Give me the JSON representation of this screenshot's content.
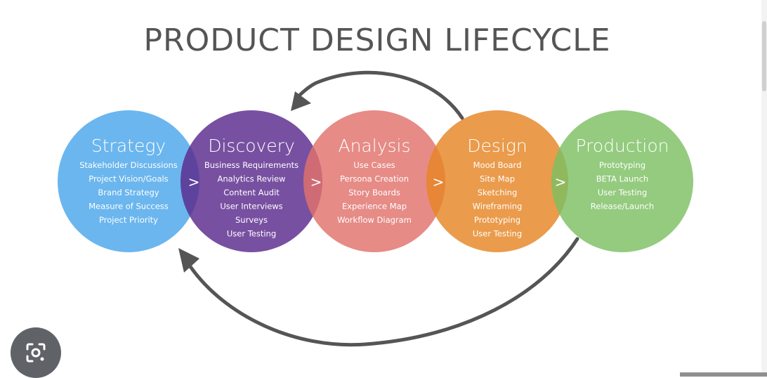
{
  "title": "PRODUCT DESIGN LIFECYCLE",
  "phases": [
    {
      "title": "Strategy",
      "color": "#4aa6ea",
      "items": [
        "Stakeholder Discussions",
        "Project Vision/Goals",
        "Brand Strategy",
        "Measure of Success",
        "Project Priority"
      ]
    },
    {
      "title": "Discovery",
      "color": "#5a2a8c",
      "items": [
        "Business Requirements",
        "Analytics Review",
        "Content Audit",
        "User Interviews",
        "Surveys",
        "User Testing"
      ]
    },
    {
      "title": "Analysis",
      "color": "#e0716b",
      "items": [
        "Use Cases",
        "Persona Creation",
        "Story Boards",
        "Experience Map",
        "Workflow Diagram"
      ]
    },
    {
      "title": "Design",
      "color": "#e58524",
      "items": [
        "Mood Board",
        "Site Map",
        "Sketching",
        "Wireframing",
        "Prototyping",
        "User Testing"
      ]
    },
    {
      "title": "Production",
      "color": "#7cbf63",
      "items": [
        "Prototyping",
        "BETA Launch",
        "User Testing",
        "Release/Launch"
      ]
    }
  ],
  "chevron": ">",
  "arrow_color": "#555555",
  "lens_icon": "camera-lens-icon"
}
